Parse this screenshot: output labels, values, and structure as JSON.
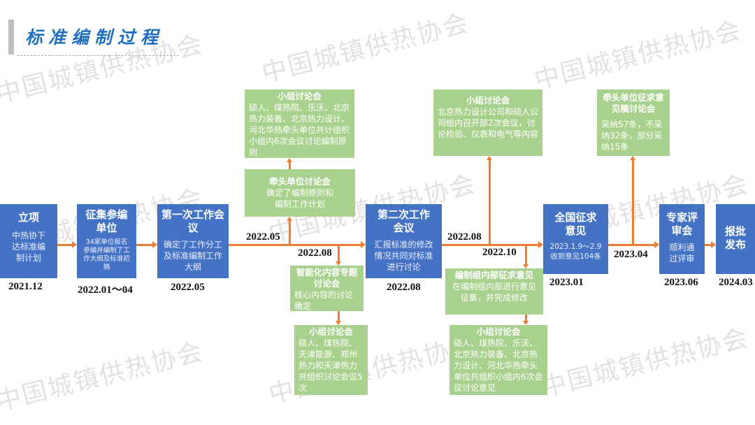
{
  "title": "标准编制过程",
  "watermark": "中国城镇供热协会",
  "stages": [
    {
      "title": "立项",
      "desc": "中热协下达标准编制计划",
      "date": "2021.12"
    },
    {
      "title": "征集参编单位",
      "desc": "34家单位报名参编并编制了工作大纲及标准初稿",
      "date": "2022.01～04"
    },
    {
      "title": "第一次工作会议",
      "desc": "确定了工作分工及标准编制工作大纲",
      "date": "2022.05"
    },
    {
      "title": "第二次工作会议",
      "desc": "汇报标准的修改情况共同对标准进行讨论",
      "date": "2022.08"
    },
    {
      "title": "全国征求意见",
      "desc": "2023.1.9～2.9收到意见104条",
      "date": "2023.01"
    },
    {
      "title": "专家评审会",
      "desc": "顺利通过评审",
      "date": "2023.06"
    },
    {
      "title": "报批发布",
      "date": "2024.03"
    }
  ],
  "line_dates": [
    "2022.05",
    "2022.08",
    "2022.08",
    "2022.10",
    "2023.04"
  ],
  "meetings": [
    {
      "title": "小组讨论会",
      "desc": "硕人、煤热院、乐沃、北京热力装备、北京热力设计、河北华热牵头单位共计组织小组内6次会议讨论编制原则"
    },
    {
      "title": "牵头单位讨论会",
      "desc": "确定了编制原则和编制工作计划"
    },
    {
      "title": "智能化内容专题讨论会",
      "desc": "核心内容的讨论确定"
    },
    {
      "title": "小组讨论会",
      "desc": "硕人、煤热院、天津能源、郑州热力和天津热力共组织讨论会议5次"
    },
    {
      "title": "小组讨论会",
      "desc": "北京热力设计公司和硕人公司组内召开部2次会议，讨论检验、仪表和电气等内容"
    },
    {
      "title": "编制组内部征求意见",
      "desc": "在编制组内部进行意见征集，并完成修改"
    },
    {
      "title": "小组讨论会",
      "desc": "硕人、煤热院、乐沃、北京热力装备、北京热力设计、河北华热牵头单位共组织小组内6次会议讨论意见"
    },
    {
      "title": "牵头单位征求意见稿讨论会",
      "desc": "采纳57条，不采纳32条，部分采纳15条"
    }
  ],
  "colors": {
    "stage": "#4472c4",
    "meeting": "#a9d18e",
    "connector": "#ed7d31",
    "title": "#1f6fc0"
  }
}
